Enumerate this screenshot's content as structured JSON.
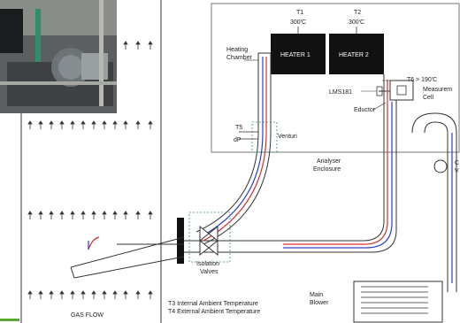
{
  "labels": {
    "t1": "T1",
    "t1_temp": "300'C",
    "t2": "T2",
    "t2_temp": "300'C",
    "heating_chamber_1": "Heating",
    "heating_chamber_2": "Chamber",
    "heater1": "HEATER 1",
    "heater2": "HEATER 2",
    "t6": "T6 > 190'C",
    "lms": "LMS181",
    "measurement_1": "Measurem",
    "measurement_2": "Cell",
    "eductor": "Eductor",
    "t5": "T5",
    "dp": "dP",
    "venturi": "Venturi",
    "analyser_1": "Analyser",
    "analyser_2": "Enclosure",
    "isolation_1": "Isolation",
    "isolation_2": "Valves",
    "t3": "T3 Internal Ambient Temperature",
    "t4": "T4 External Ambient Temperature",
    "main_blower_1": "Main",
    "main_blower_2": "Blower",
    "gas_flow": "GAS FLOW",
    "c_valve_1": "C",
    "c_valve_2": "V"
  },
  "colors": {
    "heater": "#111111",
    "pipe": "#333333",
    "flow_blue": "#2a3fd0",
    "flow_red": "#d63030",
    "dashed_box": "#3a8a8a",
    "photo_bg": "#5a5a5a",
    "accent_green": "#5aa832"
  }
}
